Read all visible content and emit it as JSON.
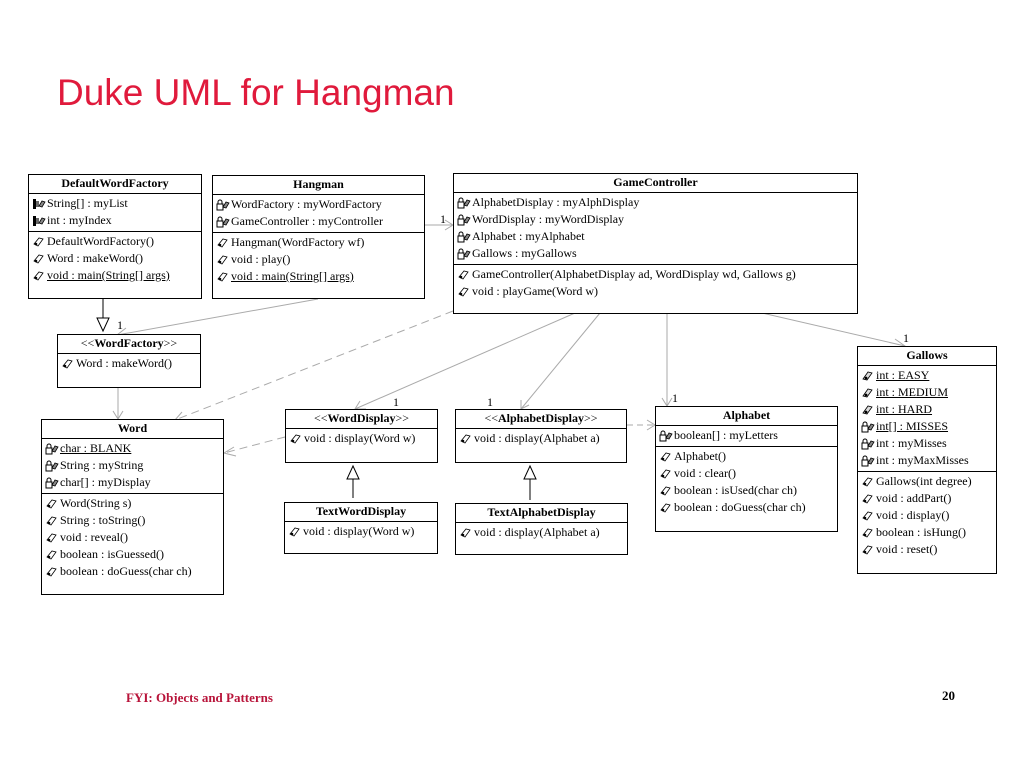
{
  "slide": {
    "title": "Duke UML for Hangman",
    "footer": "FYI: Objects and Patterns",
    "page_number": "20"
  },
  "classes": {
    "DefaultWordFactory": {
      "name": "DefaultWordFactory",
      "attributes": [
        "String[] : myList",
        "int : myIndex"
      ],
      "operations": [
        "DefaultWordFactory()",
        "Word : makeWord()",
        "void : main(String[] args)"
      ]
    },
    "Hangman": {
      "name": "Hangman",
      "attributes": [
        "WordFactory : myWordFactory",
        "GameController : myController"
      ],
      "operations": [
        "Hangman(WordFactory wf)",
        "void : play()",
        "void : main(String[] args)"
      ]
    },
    "GameController": {
      "name": "GameController",
      "attributes": [
        "AlphabetDisplay : myAlphDisplay",
        "WordDisplay : myWordDisplay",
        "Alphabet : myAlphabet",
        "Gallows : myGallows"
      ],
      "operations": [
        "GameController(AlphabetDisplay ad, WordDisplay wd, Gallows g)",
        "void : playGame(Word w)"
      ]
    },
    "WordFactory": {
      "stereo_open": "<<",
      "name": "WordFactory",
      "stereo_close": ">>",
      "operations": [
        "Word : makeWord()"
      ]
    },
    "Word": {
      "name": "Word",
      "attributes": [
        "char : BLANK",
        "String : myString",
        "char[] : myDisplay"
      ],
      "operations": [
        "Word(String s)",
        "String : toString()",
        "void : reveal()",
        "boolean : isGuessed()",
        "boolean : doGuess(char ch)"
      ]
    },
    "WordDisplay": {
      "stereo_open": "<<",
      "name": "WordDisplay",
      "stereo_close": ">>",
      "operations": [
        "void : display(Word w)"
      ]
    },
    "AlphabetDisplay": {
      "stereo_open": "<<",
      "name": "AlphabetDisplay",
      "stereo_close": ">>",
      "operations": [
        "void : display(Alphabet a)"
      ]
    },
    "Alphabet": {
      "name": "Alphabet",
      "attributes": [
        "boolean[] : myLetters"
      ],
      "operations": [
        "Alphabet()",
        "void : clear()",
        "boolean : isUsed(char ch)",
        "boolean : doGuess(char ch)"
      ]
    },
    "Gallows": {
      "name": "Gallows",
      "attributes": [
        "int : EASY",
        "int : MEDIUM",
        "int : HARD",
        "int[] : MISSES",
        "int : myMisses",
        "int : myMaxMisses"
      ],
      "operations": [
        "Gallows(int degree)",
        "void : addPart()",
        "void : display()",
        "boolean : isHung()",
        "void : reset()"
      ]
    },
    "TextWordDisplay": {
      "name": "TextWordDisplay",
      "operations": [
        "void : display(Word w)"
      ]
    },
    "TextAlphabetDisplay": {
      "name": "TextAlphabetDisplay",
      "operations": [
        "void : display(Alphabet a)"
      ]
    }
  },
  "multiplicities": {
    "hangman_to_controller": "1",
    "to_wordfactory": "1",
    "to_gallows": "1",
    "to_wordDisplay": "1",
    "to_alphabetDisplay": "1",
    "to_alphabet": "1"
  }
}
